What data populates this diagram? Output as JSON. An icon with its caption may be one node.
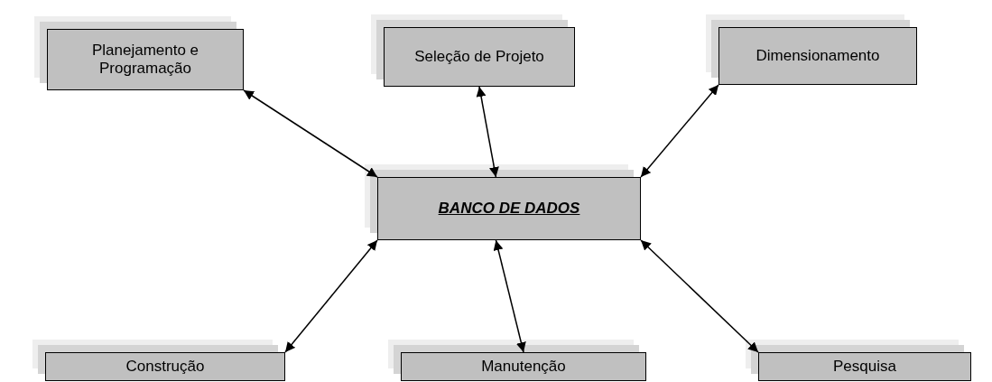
{
  "diagram": {
    "nodes": [
      {
        "text": [
          "Planejamento e Programação"
        ]
      },
      {
        "text": [
          "Seleção de Projeto"
        ]
      },
      {
        "text": [
          "Dimensionamento"
        ]
      },
      {
        "text": [
          "BANCO DE DADOS"
        ]
      },
      {
        "text": [
          "Construção"
        ]
      },
      {
        "text": [
          "Manutenção"
        ]
      },
      {
        "text": [
          "Pesquisa"
        ]
      }
    ],
    "edges": [
      {
        "from": 0,
        "to": 3,
        "arrow": "both"
      },
      {
        "from": 1,
        "to": 3,
        "arrow": "both"
      },
      {
        "from": 2,
        "to": 3,
        "arrow": "both"
      },
      {
        "from": 4,
        "to": 3,
        "arrow": "both"
      },
      {
        "from": 5,
        "to": 3,
        "arrow": "both"
      },
      {
        "from": 6,
        "to": 3,
        "arrow": "both"
      }
    ]
  }
}
